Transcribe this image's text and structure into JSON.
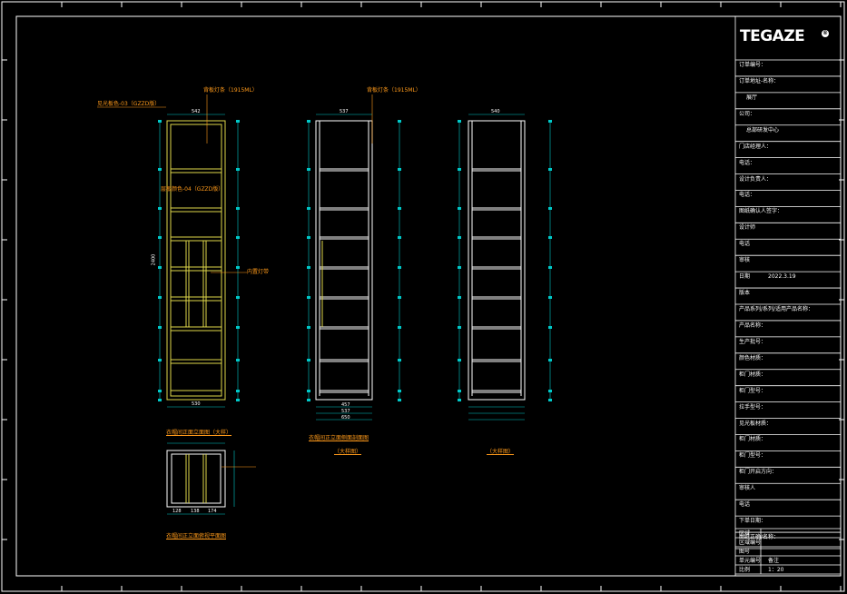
{
  "title_block": {
    "logo_text": "TEGAZE",
    "logo_sub": "",
    "rows": [
      {
        "label": "订单编号："
      },
      {
        "label": "订单地址-名称："
      },
      {
        "value": "展厅"
      },
      {
        "label": "公司："
      },
      {
        "value": "总部研发中心"
      },
      {
        "label": "门店经理人："
      },
      {
        "label": "电话："
      },
      {
        "label": "设计负责人："
      },
      {
        "label": "电话："
      },
      {
        "label": "图纸确认人签字："
      },
      {
        "label": "设计师"
      },
      {
        "label": "电话"
      },
      {
        "label": "审核"
      },
      {
        "label": "日期",
        "value": "2022.3.19"
      },
      {
        "label": "版本"
      },
      {
        "label": "产品系列/系列/适用产品名称："
      },
      {
        "label": "产品名称："
      },
      {
        "label": "生产批号："
      },
      {
        "label": "颜色材质："
      },
      {
        "label": "柜门材质："
      },
      {
        "label": "柜门型号："
      },
      {
        "label": "拉手型号："
      },
      {
        "label": "见光板材质："
      },
      {
        "label": "柜门材质："
      },
      {
        "label": "柜门型号："
      },
      {
        "label": "柜门开启方向："
      },
      {
        "label": "审核人"
      },
      {
        "label": "电话"
      },
      {
        "label": "下单日期："
      },
      {
        "label": "图纸正确/名称："
      }
    ],
    "bottom_rows": [
      {
        "label": "区域"
      },
      {
        "label": "区域编号"
      },
      {
        "label": "图号"
      },
      {
        "label": "单元编号",
        "value": "备注"
      },
      {
        "label": "比例",
        "value": "1：20"
      }
    ]
  },
  "notes": {
    "led_strip_top": "背板灯条（1915ML）",
    "led_strip_mid": "背板灯条（1915ML）",
    "frame_material": "见光板色-03（GZZD版）",
    "shelf_material": "层板颜色-04（GZZD版）",
    "inner_label": "内置灯带"
  },
  "captions": {
    "front": "衣帽间正面立面图（大样）",
    "plan": "衣帽间正立面俯视平面图",
    "section": "衣帽间正立面侧面剖面图",
    "sub1": "（大样图）",
    "sub2": "（大样图）"
  },
  "dims": {
    "top_width": "542",
    "height_total": "2400",
    "bottom_w": "530",
    "plan_a": "128",
    "plan_b": "138",
    "plan_c": "174",
    "sec_w1": "457",
    "sec_w2": "537",
    "sec_w3": "650",
    "sec_top": "537",
    "sec3_top": "540"
  }
}
